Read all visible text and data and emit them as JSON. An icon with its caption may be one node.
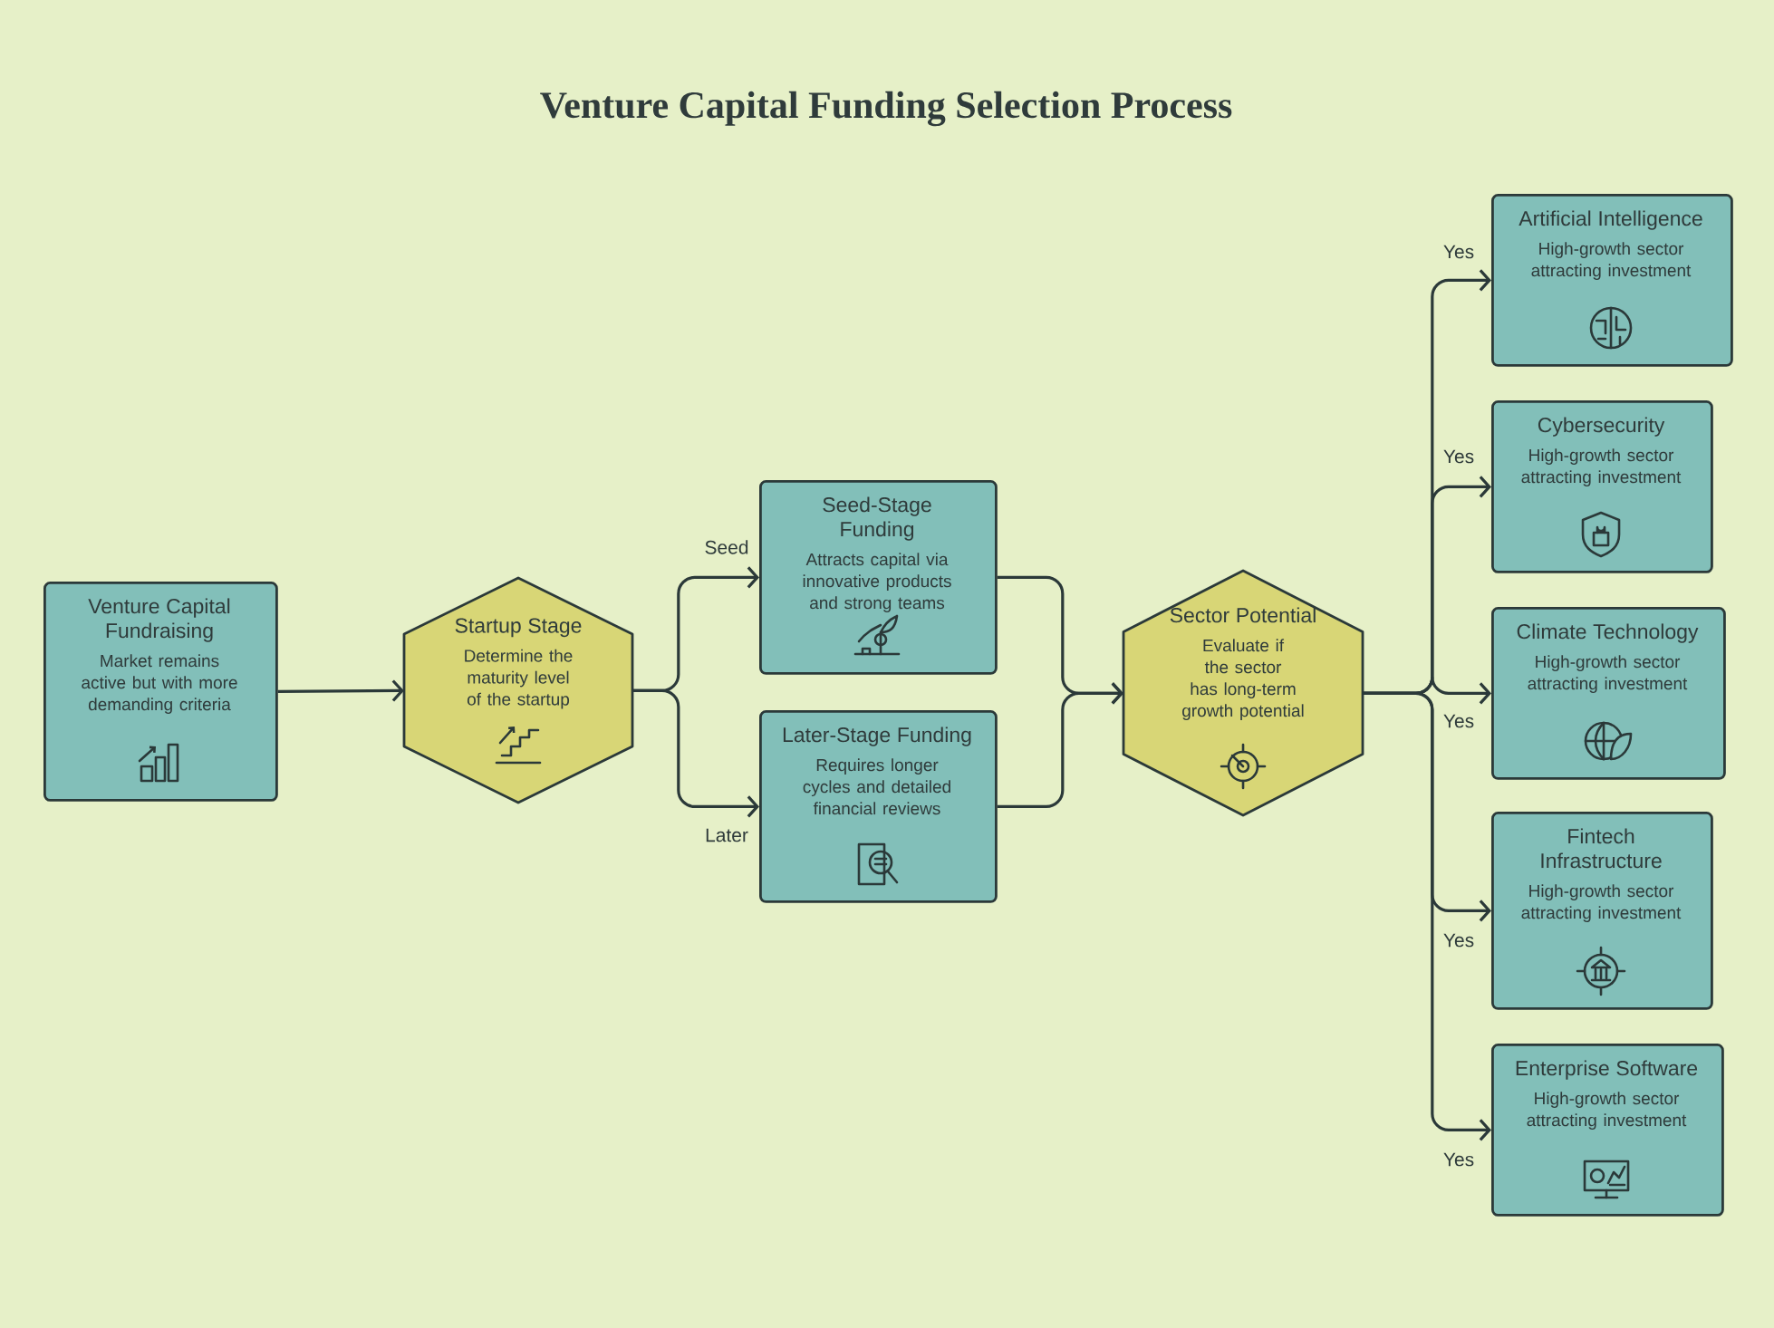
{
  "diagram": {
    "title": "Venture Capital Funding Selection Process",
    "nodes": [
      {
        "text": [
          "Venture Capital Fundraising",
          "Market remains active but with more demanding criteria"
        ]
      },
      {
        "text": [
          "Startup Stage",
          "Determine the maturity level of the startup"
        ]
      },
      {
        "text": [
          "Seed-Stage Funding",
          "Attracts capital via innovative products and strong teams"
        ]
      },
      {
        "text": [
          "Later-Stage Funding",
          "Requires longer cycles and detailed financial reviews"
        ]
      },
      {
        "text": [
          "Sector Potential",
          "Evaluate if the sector has long-term growth potential"
        ]
      },
      {
        "text": [
          "Artificial Intelligence",
          "High-growth sector attracting investment"
        ]
      },
      {
        "text": [
          "Cybersecurity",
          "High-growth sector attracting investment"
        ]
      },
      {
        "text": [
          "Climate Technology",
          "High-growth sector attracting investment"
        ]
      },
      {
        "text": [
          "Fintech Infrastructure",
          "High-growth sector attracting investment"
        ]
      },
      {
        "text": [
          "Enterprise Software",
          "High-growth sector attracting investment"
        ]
      }
    ],
    "edges": [
      {
        "from": 0,
        "to": 1,
        "arrow": "to"
      },
      {
        "from": 1,
        "to": 2,
        "arrow": "to",
        "label": "Seed"
      },
      {
        "from": 1,
        "to": 3,
        "arrow": "to",
        "label": "Later"
      },
      {
        "from": 2,
        "to": 4,
        "arrow": "to"
      },
      {
        "from": 3,
        "to": 4,
        "arrow": "to"
      },
      {
        "from": 4,
        "to": 5,
        "arrow": "to",
        "label": "Yes"
      },
      {
        "from": 4,
        "to": 6,
        "arrow": "to",
        "label": "Yes"
      },
      {
        "from": 4,
        "to": 7,
        "arrow": "to",
        "label": "Yes"
      },
      {
        "from": 4,
        "to": 8,
        "arrow": "to",
        "label": "Yes"
      },
      {
        "from": 4,
        "to": 9,
        "arrow": "to",
        "label": "Yes"
      }
    ]
  }
}
